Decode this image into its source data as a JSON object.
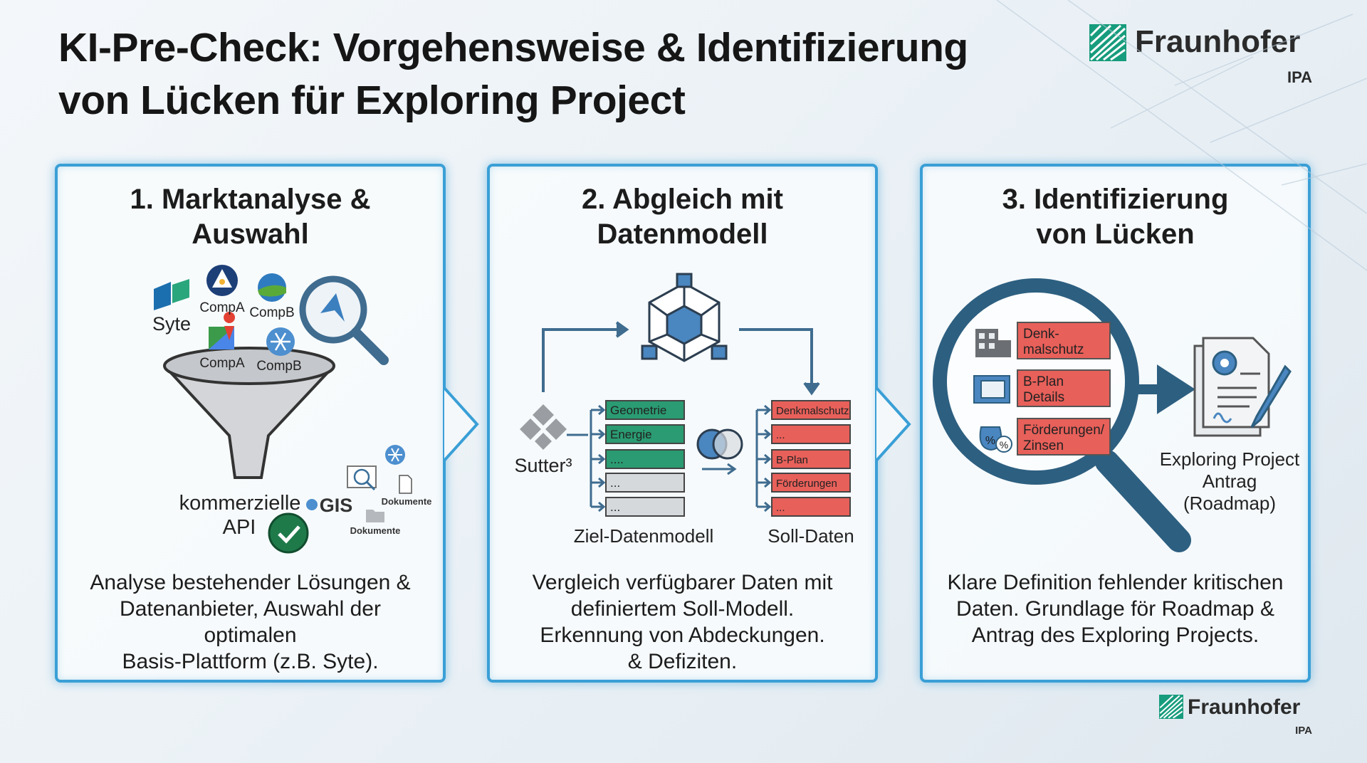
{
  "title": {
    "line1": "KI-Pre-Check: Vorgehensweise & Identifizierung",
    "line2": "von Lücken für Exploring Project"
  },
  "logo": {
    "name": "Fraunhofer",
    "sub": "IPA"
  },
  "colors": {
    "accent": "#3a9fd6",
    "dark_blue": "#2d5f80",
    "green": "#2a9b72",
    "red": "#e8605a",
    "brand_green": "#179c7d"
  },
  "panels": [
    {
      "heading1": "1. Marktanalyse &",
      "heading2": "Auswahl",
      "desc": [
        "Analyse bestehender Lösungen &",
        "Datenanbieter, Auswahl der",
        "optimalen",
        "Basis-Plattform (z.B. Syte)."
      ],
      "logos": [
        "Syte",
        "CompA",
        "CompB",
        "CompA",
        "CompB"
      ],
      "api_label1": "kommerzielle",
      "api_label2": "API",
      "gis": "GIS",
      "doc1": "Dokumente",
      "doc2": "Dokumente"
    },
    {
      "heading1": "2. Abgleich mit",
      "heading2": "Datenmodell",
      "desc": [
        "Vergleich verfügbarer Daten mit",
        "definiertem Soll-Modell.",
        "Erkennung von Abdeckungen.",
        "& Defiziten."
      ],
      "source": "Sutter³",
      "ziel_items": [
        "Geometrie",
        "Energie",
        "....",
        "...",
        "..."
      ],
      "soll_items": [
        "Denkmalschutz",
        "...",
        "B-Plan",
        "Förderungen",
        "..."
      ],
      "ziel_label": "Ziel-Datenmodell",
      "soll_label": "Soll-Daten"
    },
    {
      "heading1": "3. Identifizierung",
      "heading2": "von Lücken",
      "desc": [
        "Klare Definition fehlender kritischen",
        "Daten. Grundlage för Roadmap &",
        "Antrag des Exploring Projects."
      ],
      "gaps": [
        [
          "Denk-",
          "malschutz"
        ],
        [
          "B-Plan",
          "Details"
        ],
        [
          "Förderungen/",
          "Zinsen"
        ]
      ],
      "result": [
        "Exploring Project",
        "Antrag",
        "(Roadmap)"
      ]
    }
  ]
}
